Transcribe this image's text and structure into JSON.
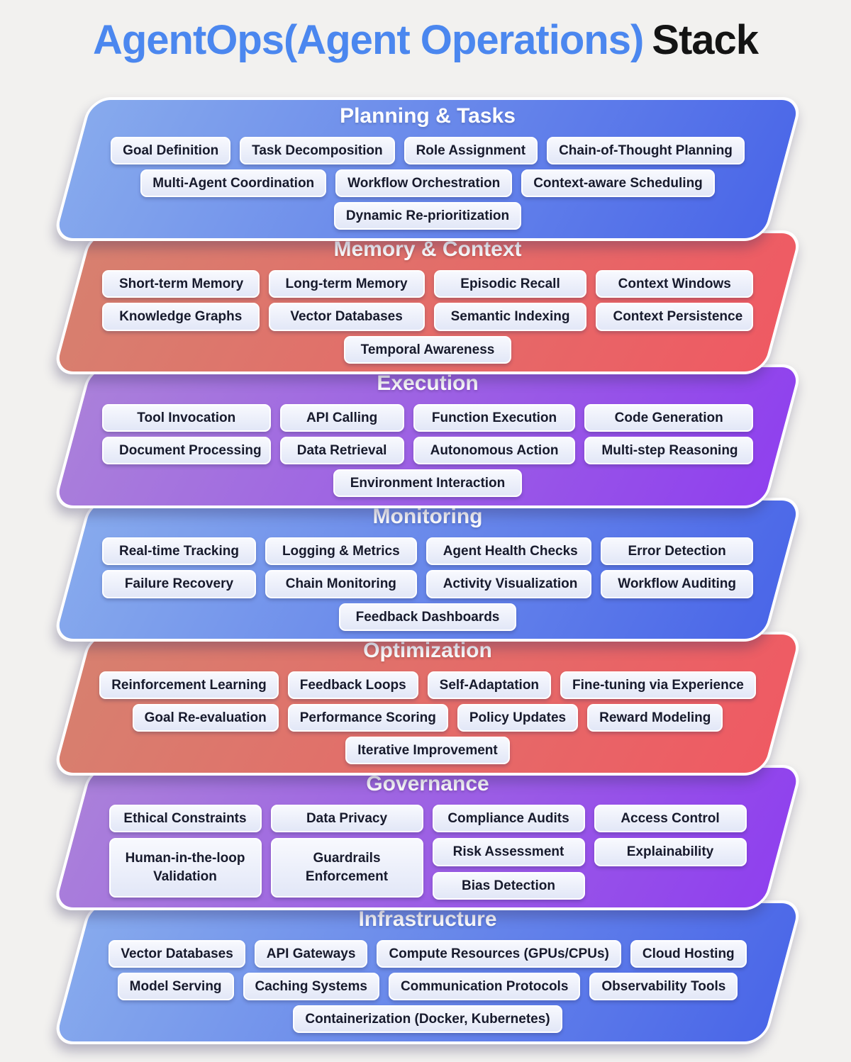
{
  "page": {
    "title_blue": "AgentOps(Agent Operations)",
    "title_black": "Stack"
  },
  "colors": {
    "page_background": "#f2f1ef",
    "title_blue": "#4b87ef",
    "title_black": "#141414",
    "pill_text": "#171a2c",
    "pill_fill_top": "#f8f9fe",
    "pill_fill_bottom": "#e2e7f7",
    "band_gradients": {
      "blue": [
        "#87aaed",
        "#4a66e8"
      ],
      "red": [
        "#d7806f",
        "#ef5a63"
      ],
      "purple": [
        "#aa80da",
        "#8f40ee"
      ]
    }
  },
  "sections": [
    {
      "id": "planning-tasks",
      "title": "Planning & Tasks",
      "theme": "blue",
      "layout": "rows",
      "rows": [
        [
          "Goal Definition",
          "Task Decomposition",
          "Role Assignment",
          "Chain-of-Thought Planning"
        ],
        [
          "Multi-Agent Coordination",
          "Workflow Orchestration",
          "Context-aware Scheduling"
        ],
        [
          "Dynamic Re-prioritization"
        ]
      ]
    },
    {
      "id": "memory-context",
      "title": "Memory & Context",
      "theme": "red",
      "layout": "grid",
      "rows": [
        [
          "Short-term Memory",
          "Long-term Memory",
          "Episodic Recall",
          "Context Windows"
        ],
        [
          "Knowledge Graphs",
          "Vector Databases",
          "Semantic Indexing",
          "Context Persistence"
        ],
        [
          "Temporal Awareness"
        ]
      ]
    },
    {
      "id": "execution",
      "title": "Execution",
      "theme": "purple",
      "layout": "grid",
      "rows": [
        [
          "Tool Invocation",
          "API Calling",
          "Function Execution",
          "Code Generation"
        ],
        [
          "Document Processing",
          "Data Retrieval",
          "Autonomous Action",
          "Multi-step Reasoning"
        ],
        [
          "Environment Interaction"
        ]
      ]
    },
    {
      "id": "monitoring",
      "title": "Monitoring",
      "theme": "blue",
      "layout": "grid",
      "rows": [
        [
          "Real-time Tracking",
          "Logging & Metrics",
          "Agent Health Checks",
          "Error Detection"
        ],
        [
          "Failure Recovery",
          "Chain Monitoring",
          "Activity Visualization",
          "Workflow Auditing"
        ],
        [
          "Feedback Dashboards"
        ]
      ]
    },
    {
      "id": "optimization",
      "title": "Optimization",
      "theme": "red",
      "layout": "rows",
      "rows": [
        [
          "Reinforcement Learning",
          "Feedback Loops",
          "Self-Adaptation",
          "Fine-tuning via Experience"
        ],
        [
          "Goal Re-evaluation",
          "Performance Scoring",
          "Policy Updates",
          "Reward Modeling"
        ],
        [
          "Iterative Improvement"
        ]
      ]
    },
    {
      "id": "governance",
      "title": "Governance",
      "theme": "purple",
      "layout": "columns",
      "columns": [
        [
          "Ethical Constraints",
          "Human-in-the-loop\nValidation"
        ],
        [
          "Data Privacy",
          "Guardrails\nEnforcement"
        ],
        [
          "Compliance Audits",
          "Risk Assessment",
          "Bias Detection"
        ],
        [
          "Access Control",
          "Explainability"
        ]
      ]
    },
    {
      "id": "infrastructure",
      "title": "Infrastructure",
      "theme": "blue",
      "layout": "rows",
      "rows": [
        [
          "Vector Databases",
          "API Gateways",
          "Compute Resources (GPUs/CPUs)",
          "Cloud Hosting"
        ],
        [
          "Model Serving",
          "Caching Systems",
          "Communication Protocols",
          "Observability Tools"
        ],
        [
          "Containerization (Docker, Kubernetes)"
        ]
      ]
    }
  ]
}
